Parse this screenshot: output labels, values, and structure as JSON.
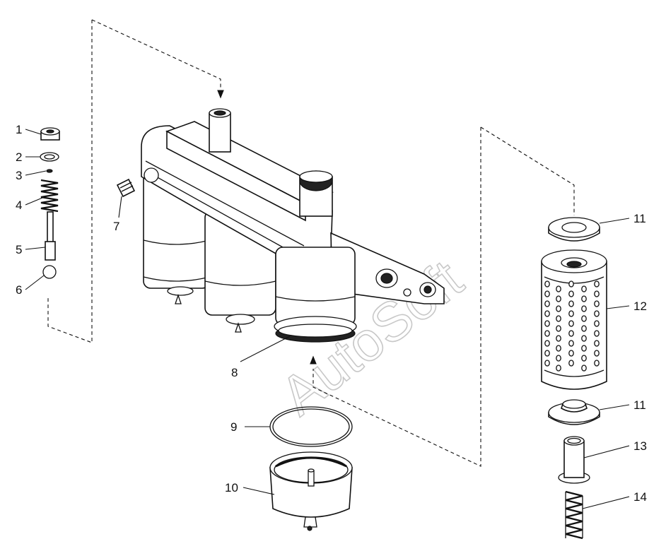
{
  "watermark": "AutoSoft",
  "callouts": {
    "c1": "1",
    "c2": "2",
    "c3": "3",
    "c4": "4",
    "c5": "5",
    "c6": "6",
    "c7": "7",
    "c8": "8",
    "c9": "9",
    "c10": "10",
    "c11a": "11",
    "c11b": "11",
    "c12": "12",
    "c13": "13",
    "c14": "14"
  }
}
